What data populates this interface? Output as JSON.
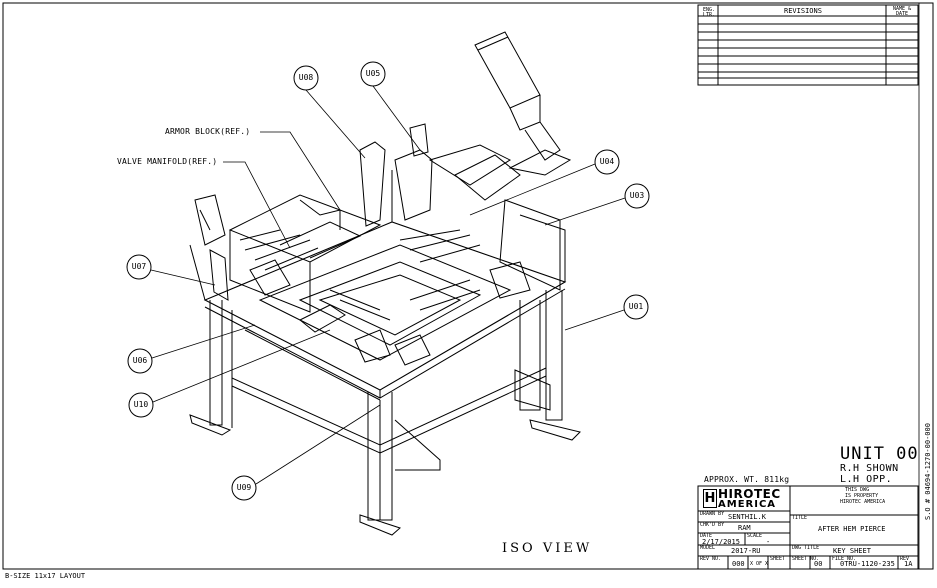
{
  "drawing": {
    "view_title": "ISO VIEW",
    "sheet_size": "B-SIZE 11x17 LAYOUT",
    "approx_weight": "APPROX. WT. 811kg",
    "unit": "UNIT 00",
    "rh_shown": "R.H SHOWN",
    "lh_opp": "L.H OPP.",
    "side_number": "S.O # 04694-1270-00-000"
  },
  "callouts": {
    "armor_block": "ARMOR BLOCK(REF.)",
    "valve_manifold": "VALVE MANIFOLD(REF.)",
    "bubbles": [
      "U08",
      "U05",
      "U04",
      "U03",
      "U07",
      "U01",
      "U06",
      "U10",
      "U09"
    ]
  },
  "revisions": {
    "col_ltr": "ENG. LTR.",
    "col_title": "REVISIONS",
    "col_name": "NAME & DATE"
  },
  "title_block": {
    "company_line1": "HIROTEC",
    "company_line2": "AMERICA",
    "logo_glyph": "H",
    "designer": "SENTHIL.K",
    "drawn_by_label": "DRAWN BY",
    "checked_by_label": "CHK'D BY",
    "checker": "RAM",
    "date_label": "DATE",
    "date": "2/17/2015",
    "scale_label": "SCALE",
    "scale": "-",
    "model_label": "MODEL",
    "model": "2017-RU",
    "part_title": "AFTER HEM PIERCE",
    "part_title_label": "TITLE",
    "drawing_label": "DWG TITLE",
    "drawing_title": "KEY SHEET",
    "rev_no_label": "REV NO.",
    "rev_no": "000",
    "sheet_label": "SHEET",
    "sheet_of": "X OF X",
    "sheet_no_label": "SHEET NO.",
    "sheet_no": "00",
    "file_no_label": "FILE NO.",
    "file_no": "0TRU-1120-235",
    "rev_label": "REV",
    "rev": "1A",
    "notice_1": "THIS DWG",
    "notice_2": "IS PROPERTY",
    "notice_3": "HIROTEC AMERICA"
  }
}
